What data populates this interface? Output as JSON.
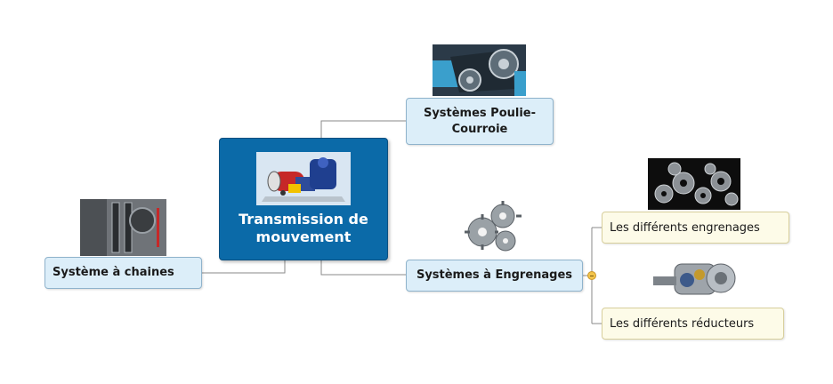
{
  "central": {
    "label": "Transmission de mouvement"
  },
  "topics": {
    "poulie": {
      "label": "Systèmes Poulie-Courroie"
    },
    "engrenages": {
      "label": "Systèmes à Engrenages"
    },
    "chaines": {
      "label": "Système à chaines"
    }
  },
  "subtopics": {
    "engrenages_list": {
      "label": "Les différents engrenages"
    },
    "reducteurs": {
      "label": "Les différents réducteurs"
    }
  },
  "colors": {
    "central_fill": "#0b6aa8",
    "topic_fill": "#dceef9",
    "subtopic_fill": "#fdfbe8",
    "connector": "#8a8a8a",
    "collapse_marker": "#f3c44b"
  }
}
